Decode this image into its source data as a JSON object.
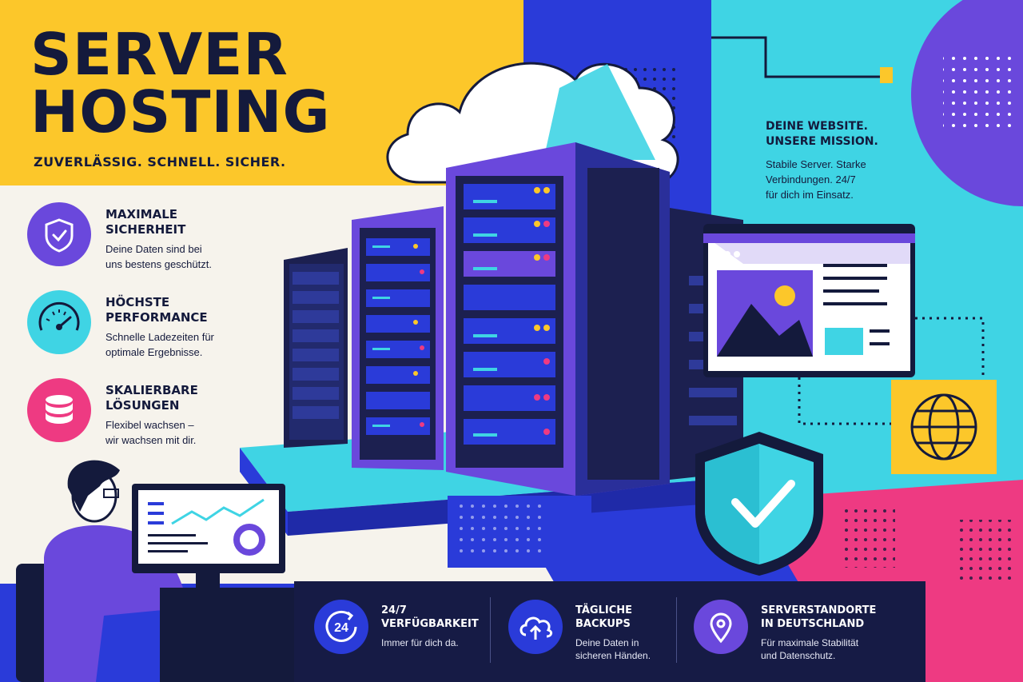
{
  "header": {
    "title_line1": "SERVER",
    "title_line2": "HOSTING",
    "tagline": "ZUVERLÄSSIG. SCHNELL. SICHER."
  },
  "features": [
    {
      "title": "MAXIMALE\nSICHERHEIT",
      "text": "Deine Daten sind bei\nuns bestens geschützt.",
      "icon": "shield-check-icon"
    },
    {
      "title": "HÖCHSTE\nPERFORMANCE",
      "text": "Schnelle Ladezeiten für\noptimale Ergebnisse.",
      "icon": "speedometer-icon"
    },
    {
      "title": "SKALIERBARE\nLÖSUNGEN",
      "text": "Flexibel wachsen –\nwir wachsen mit dir.",
      "icon": "database-icon"
    }
  ],
  "mission": {
    "title": "DEINE WEBSITE.\nUNSERE MISSION.",
    "text": "Stabile Server. Starke\nVerbindungen. 24/7\nfür dich im Einsatz."
  },
  "bottom_bar": [
    {
      "title": "24/7\nVERFÜGBARKEIT",
      "text": "Immer für dich da.",
      "icon": "clock-24-icon"
    },
    {
      "title": "TÄGLICHE\nBACKUPS",
      "text": "Deine Daten in\nsicheren Händen.",
      "icon": "cloud-upload-icon"
    },
    {
      "title": "SERVERSTANDORTE\nIN DEUTSCHLAND",
      "text": "Für maximale Stabilität\nund Datenschutz.",
      "icon": "location-pin-icon"
    }
  ],
  "clock_label": "24",
  "colors": {
    "navy": "#141a3c",
    "yellow": "#fcc72a",
    "purple": "#6a48dc",
    "cyan": "#3fd4e4",
    "blue": "#2a3bd9",
    "pink": "#ee3a82",
    "cream": "#f6f3ec"
  },
  "illustration": {
    "elements": [
      "cloud",
      "server-racks",
      "browser-window",
      "shield",
      "globe",
      "person-at-desk"
    ]
  }
}
